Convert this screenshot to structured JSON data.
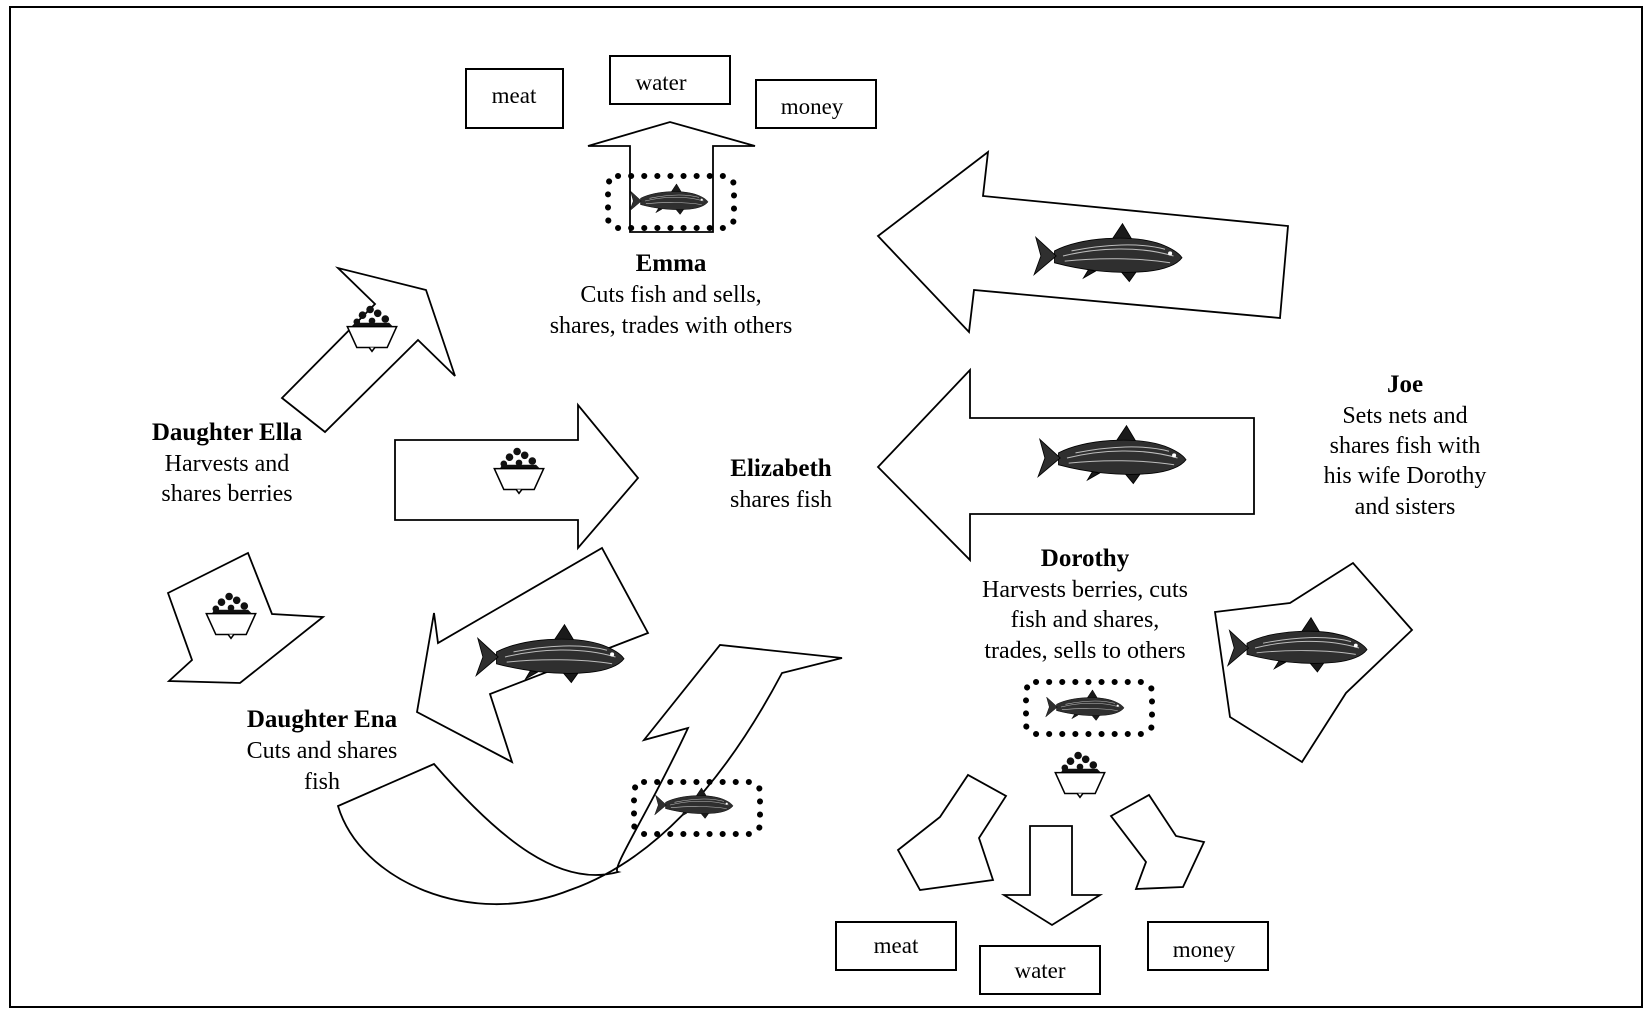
{
  "nodes": {
    "emma": {
      "name": "Emma",
      "lines": [
        "Cuts fish and sells,",
        "shares, trades with others"
      ]
    },
    "elizabeth": {
      "name": "Elizabeth",
      "lines": [
        "shares fish"
      ]
    },
    "joe": {
      "name": "Joe",
      "lines": [
        "Sets nets and",
        "shares fish with",
        "his wife Dorothy",
        "and sisters"
      ]
    },
    "dorothy": {
      "name": "Dorothy",
      "lines": [
        "Harvests berries, cuts",
        "fish and shares,",
        "trades, sells to others"
      ]
    },
    "ella": {
      "name": "Daughter Ella",
      "lines": [
        "Harvests and",
        "shares berries"
      ]
    },
    "ena": {
      "name": "Daughter Ena",
      "lines": [
        "Cuts and shares",
        "fish"
      ]
    }
  },
  "goods_top": [
    "meat",
    "water",
    "money"
  ],
  "goods_bottom": [
    "meat",
    "water",
    "money"
  ],
  "icons": [
    "fish-icon",
    "berry-bowl-icon"
  ]
}
